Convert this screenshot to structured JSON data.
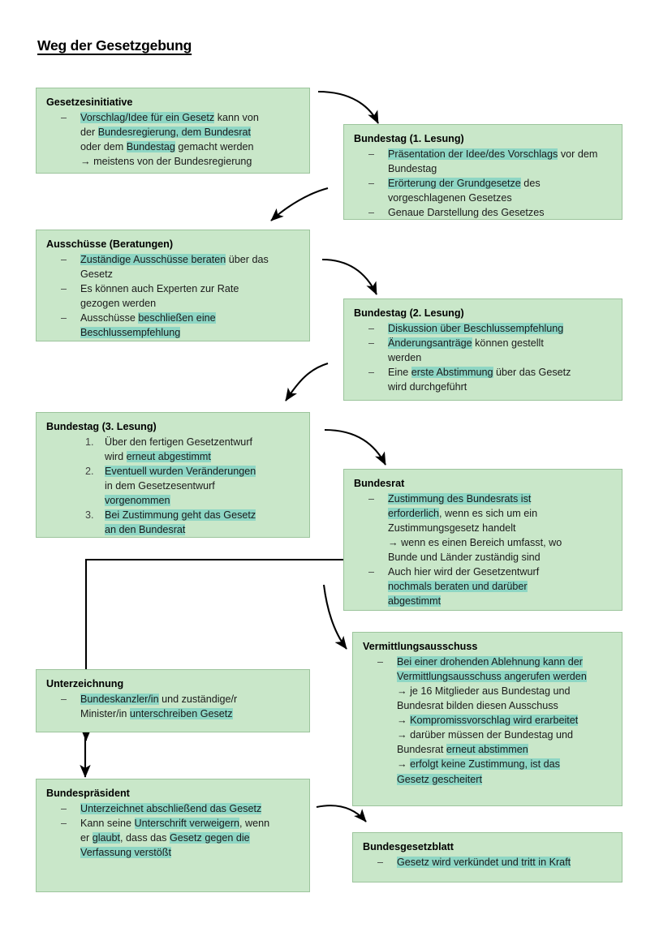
{
  "page": {
    "title": "Weg der Gesetzgebung",
    "colors": {
      "box_fill": "#c9e7c9",
      "box_border": "#9cc49c",
      "highlight": "#8ed6c4",
      "text": "#1a1a1a",
      "arrow": "#000000"
    }
  },
  "boxes": [
    {
      "id": "gesetzesinitiative",
      "title": "Gesetzesinitiative",
      "list_type": "dash",
      "items": [
        {
          "marker": "–",
          "lines": [
            [
              {
                "t": "Vorschlag/Idee für ein Gesetz",
                "h": true
              },
              {
                "t": " kann von",
                "h": false
              }
            ],
            [
              {
                "t": "der ",
                "h": false
              },
              {
                "t": "Bundesregierung, dem Bundesrat",
                "h": true
              }
            ],
            [
              {
                "t": "oder dem ",
                "h": false
              },
              {
                "t": "Bundestag",
                "h": true
              },
              {
                "t": " gemacht werden",
                "h": false
              }
            ],
            [
              {
                "t": "→ meistens von der Bundesregierung",
                "h": false
              }
            ]
          ]
        }
      ]
    },
    {
      "id": "bundestag-1-lesung",
      "title": "Bundestag (1. Lesung)",
      "list_type": "dash",
      "items": [
        {
          "marker": "–",
          "lines": [
            [
              {
                "t": "Präsentation der Idee/des Vorschlags",
                "h": true
              },
              {
                "t": " vor dem",
                "h": false
              }
            ],
            [
              {
                "t": "Bundestag",
                "h": false
              }
            ]
          ]
        },
        {
          "marker": "–",
          "lines": [
            [
              {
                "t": "Erörterung der Grundgesetze",
                "h": true
              },
              {
                "t": " des",
                "h": false
              }
            ],
            [
              {
                "t": "vorgeschlagenen Gesetzes",
                "h": false
              }
            ]
          ]
        },
        {
          "marker": "–",
          "lines": [
            [
              {
                "t": "Genaue Darstellung des Gesetzes",
                "h": false
              }
            ]
          ]
        }
      ]
    },
    {
      "id": "ausschuesse",
      "title": "Ausschüsse (Beratungen)",
      "list_type": "dash",
      "items": [
        {
          "marker": "–",
          "lines": [
            [
              {
                "t": "Zuständige Ausschüsse beraten",
                "h": true
              },
              {
                "t": " über das",
                "h": false
              }
            ],
            [
              {
                "t": "Gesetz",
                "h": false
              }
            ]
          ]
        },
        {
          "marker": "–",
          "lines": [
            [
              {
                "t": "Es können auch Experten zur Rate",
                "h": false
              }
            ],
            [
              {
                "t": "gezogen werden",
                "h": false
              }
            ]
          ]
        },
        {
          "marker": "–",
          "lines": [
            [
              {
                "t": "Ausschüsse ",
                "h": false
              },
              {
                "t": "beschließen eine",
                "h": true
              }
            ],
            [
              {
                "t": "Beschlussempfehlung",
                "h": true
              }
            ]
          ]
        }
      ]
    },
    {
      "id": "bundestag-2-lesung",
      "title": "Bundestag (2. Lesung)",
      "list_type": "dash",
      "items": [
        {
          "marker": "–",
          "lines": [
            [
              {
                "t": "Diskussion über Beschlussempfehlung",
                "h": true
              }
            ]
          ]
        },
        {
          "marker": "–",
          "lines": [
            [
              {
                "t": "Änderungsanträge",
                "h": true
              },
              {
                "t": " können gestellt",
                "h": false
              }
            ],
            [
              {
                "t": "werden",
                "h": false
              }
            ]
          ]
        },
        {
          "marker": "–",
          "lines": [
            [
              {
                "t": "Eine ",
                "h": false
              },
              {
                "t": "erste Abstimmung",
                "h": true
              },
              {
                "t": " über das Gesetz",
                "h": false
              }
            ],
            [
              {
                "t": "wird durchgeführt",
                "h": false
              }
            ]
          ]
        }
      ]
    },
    {
      "id": "bundestag-3-lesung",
      "title": "Bundestag (3. Lesung)",
      "list_type": "number",
      "items": [
        {
          "marker": "1.",
          "lines": [
            [
              {
                "t": "Über den fertigen Gesetzentwurf",
                "h": false
              }
            ],
            [
              {
                "t": "wird ",
                "h": false
              },
              {
                "t": "erneut abgestimmt",
                "h": true
              }
            ]
          ]
        },
        {
          "marker": "2.",
          "lines": [
            [
              {
                "t": "Eventuell wurden Veränderungen",
                "h": true
              }
            ],
            [
              {
                "t": "in dem Gesetzesentwurf",
                "h": false
              }
            ],
            [
              {
                "t": "vorgenommen",
                "h": true
              }
            ]
          ]
        },
        {
          "marker": "3.",
          "lines": [
            [
              {
                "t": "Bei Zustimmung geht das Gesetz",
                "h": true
              }
            ],
            [
              {
                "t": "an den Bundesrat",
                "h": true
              }
            ]
          ]
        }
      ]
    },
    {
      "id": "bundesrat",
      "title": "Bundesrat",
      "list_type": "dash",
      "items": [
        {
          "marker": "–",
          "lines": [
            [
              {
                "t": "Zustimmung des Bundesrats ist",
                "h": true
              }
            ],
            [
              {
                "t": "erforderlich",
                "h": true
              },
              {
                "t": ", wenn es sich um ein",
                "h": false
              }
            ],
            [
              {
                "t": "Zustimmungsgesetz handelt",
                "h": false
              }
            ],
            [
              {
                "t": "→ wenn es einen Bereich umfasst, wo",
                "h": false
              }
            ],
            [
              {
                "t": "Bunde und Länder zuständig sind",
                "h": false
              }
            ]
          ]
        },
        {
          "marker": "–",
          "lines": [
            [
              {
                "t": "Auch hier wird der Gesetzentwurf",
                "h": false
              }
            ],
            [
              {
                "t": "nochmals beraten und darüber",
                "h": true
              }
            ],
            [
              {
                "t": "abgestimmt",
                "h": true
              }
            ]
          ]
        }
      ]
    },
    {
      "id": "vermittlungsausschuss",
      "title": "Vermittlungsausschuss",
      "list_type": "dash",
      "items": [
        {
          "marker": "–",
          "lines": [
            [
              {
                "t": "Bei einer drohenden Ablehnung kann der",
                "h": true
              }
            ],
            [
              {
                "t": "Vermittlungsausschuss angerufen werden",
                "h": true
              }
            ],
            [
              {
                "t": "→ je 16 Mitglieder aus Bundestag und",
                "h": false
              }
            ],
            [
              {
                "t": "Bundesrat bilden diesen Ausschuss",
                "h": false
              }
            ],
            [
              {
                "t": "→ ",
                "h": false
              },
              {
                "t": "Kompromissvorschlag wird erarbeitet",
                "h": true
              }
            ],
            [
              {
                "t": "→ darüber müssen der Bundestag und",
                "h": false
              }
            ],
            [
              {
                "t": "Bundesrat ",
                "h": false
              },
              {
                "t": "erneut abstimmen",
                "h": true
              }
            ],
            [
              {
                "t": "→ ",
                "h": false
              },
              {
                "t": "erfolgt keine Zustimmung, ist das",
                "h": true
              }
            ],
            [
              {
                "t": "Gesetz gescheitert",
                "h": true
              }
            ]
          ]
        }
      ]
    },
    {
      "id": "unterzeichnung",
      "title": "Unterzeichnung",
      "list_type": "dash",
      "items": [
        {
          "marker": "–",
          "lines": [
            [
              {
                "t": "Bundeskanzler/in",
                "h": true
              },
              {
                "t": " und zuständige/r",
                "h": false
              }
            ],
            [
              {
                "t": "Minister/in ",
                "h": false
              },
              {
                "t": "unterschreiben Gesetz",
                "h": true
              }
            ]
          ]
        }
      ]
    },
    {
      "id": "bundespraesident",
      "title": "Bundespräsident",
      "list_type": "dash",
      "items": [
        {
          "marker": "–",
          "lines": [
            [
              {
                "t": "Unterzeichnet abschließend das Gesetz",
                "h": true
              }
            ]
          ]
        },
        {
          "marker": "–",
          "lines": [
            [
              {
                "t": "Kann seine ",
                "h": false
              },
              {
                "t": "Unterschrift verweigern",
                "h": true
              },
              {
                "t": ", wenn",
                "h": false
              }
            ],
            [
              {
                "t": "er ",
                "h": false
              },
              {
                "t": "glaubt",
                "h": true
              },
              {
                "t": ", dass das ",
                "h": false
              },
              {
                "t": "Gesetz gegen die",
                "h": true
              }
            ],
            [
              {
                "t": "Verfassung verstößt",
                "h": true
              }
            ]
          ]
        }
      ]
    },
    {
      "id": "bundesgesetzblatt",
      "title": "Bundesgesetzblatt",
      "list_type": "dash",
      "items": [
        {
          "marker": "–",
          "lines": [
            [
              {
                "t": "Gesetz wird verkündet und tritt in Kraft",
                "h": true
              }
            ]
          ]
        }
      ]
    }
  ]
}
